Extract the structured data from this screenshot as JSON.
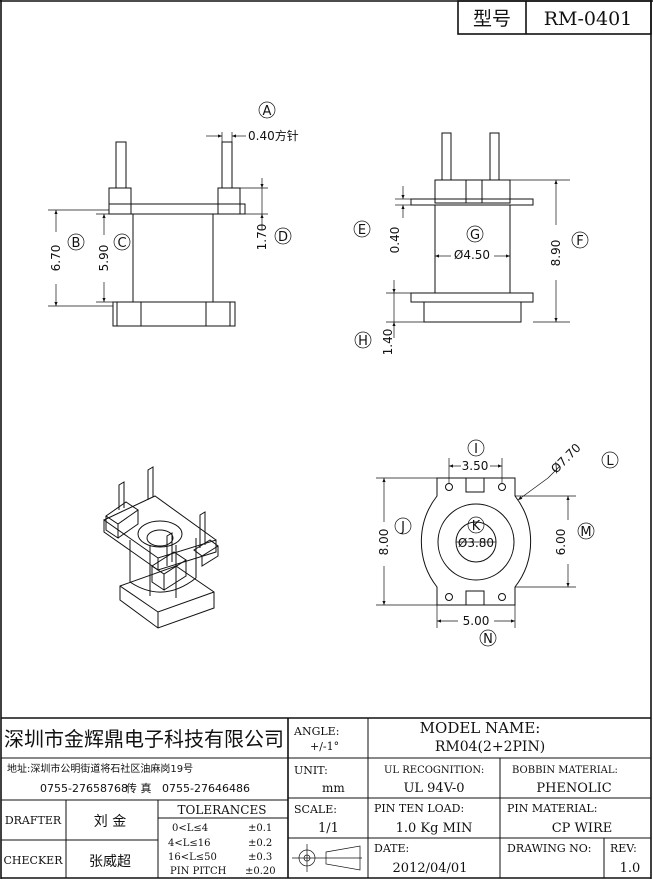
{
  "header": {
    "type_label": "型号",
    "model_code": "RM-0401"
  },
  "labels": {
    "A": "A",
    "B": "B",
    "C": "C",
    "D": "D",
    "E": "E",
    "F": "F",
    "G": "G",
    "H": "H",
    "I": "I",
    "J": "J",
    "K": "K",
    "L": "L",
    "M": "M",
    "N": "N"
  },
  "dims": {
    "pin_size": "0.40方针",
    "B": "6.70",
    "C": "5.90",
    "D": "1.70",
    "E": "0.40",
    "G": "Ø4.50",
    "F": "8.90",
    "H": "1.40",
    "I": "3.50",
    "L": "Ø7.70",
    "K": "Ø3.80",
    "J": "8.00",
    "M": "6.00",
    "N": "5.00"
  },
  "titleblock": {
    "company": "深圳市金辉鼎电子科技有限公司",
    "address": "地址:深圳市公明街道将石社区油麻岗19号",
    "tel": "0755-27658768",
    "fax_label": "传 真",
    "fax": "0755-27646486",
    "drafter_label": "DRAFTER",
    "drafter": "刘 金",
    "checker_label": "CHECKER",
    "checker": "张威超",
    "tolerances_label": "TOLERANCES",
    "tol_rows": [
      {
        "range": "0<L≤4",
        "val": "±0.1"
      },
      {
        "range": "4<L≤16",
        "val": "±0.2"
      },
      {
        "range": "16<L≤50",
        "val": "±0.3"
      },
      {
        "range": "PIN PITCH",
        "val": "±0.20"
      }
    ],
    "angle_label": "ANGLE:",
    "angle_val": "+/-1°",
    "unit_label": "UNIT:",
    "unit_val": "mm",
    "scale_label": "SCALE:",
    "scale_val": "1/1",
    "model_label": "MODEL NAME:",
    "model_val": "RM04(2+2PIN)",
    "ul_label": "UL RECOGNITION:",
    "ul_val": "UL 94V-0",
    "bobbin_label": "BOBBIN MATERIAL:",
    "bobbin_val": "PHENOLIC",
    "pinload_label": "PIN TEN LOAD:",
    "pinload_val": "1.0 Kg MIN",
    "pinmat_label": "PIN MATERIAL:",
    "pinmat_val": "CP WIRE",
    "date_label": "DATE:",
    "date_val": "2012/04/01",
    "drawno_label": "DRAWING NO:",
    "drawno_val": "",
    "rev_label": "REV:",
    "rev_val": "1.0"
  }
}
